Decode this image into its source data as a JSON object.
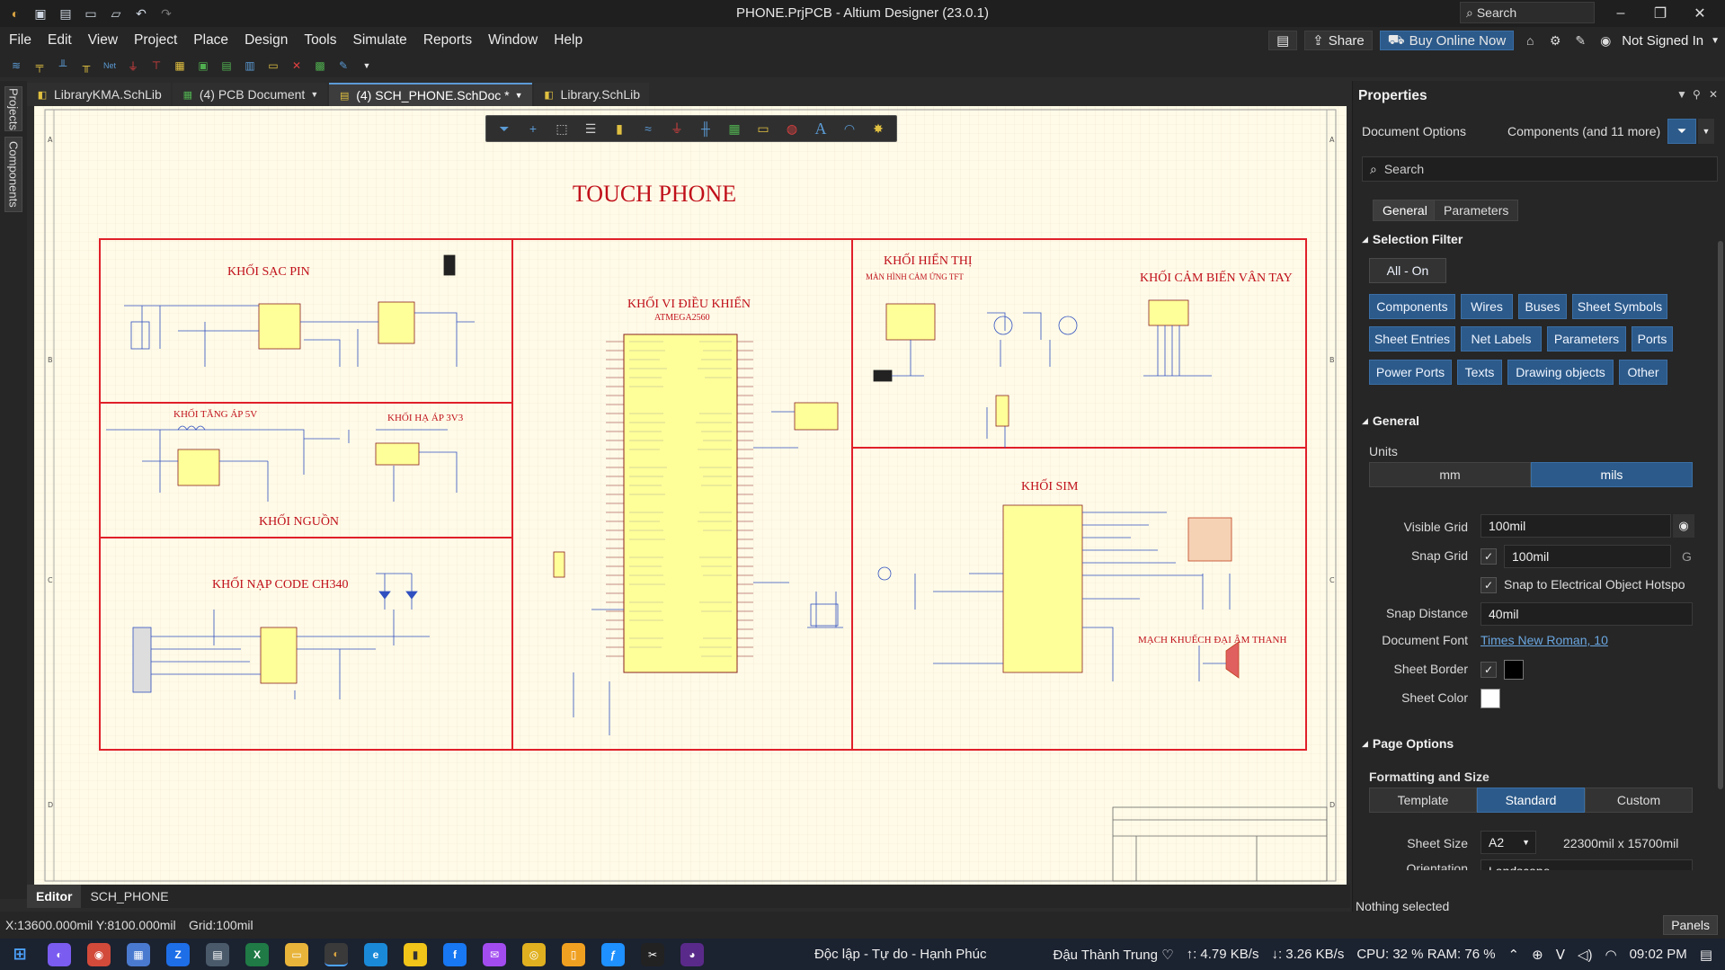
{
  "window": {
    "title": "PHONE.PrjPCB - Altium Designer (23.0.1)",
    "search_placeholder": "Search"
  },
  "menu": [
    "File",
    "Edit",
    "View",
    "Project",
    "Place",
    "Design",
    "Tools",
    "Simulate",
    "Reports",
    "Window",
    "Help"
  ],
  "menu_right": {
    "share": "Share",
    "buy": "Buy Online Now",
    "user": "Not Signed In"
  },
  "left_rail": {
    "projects": "Projects",
    "components": "Components"
  },
  "doc_tabs": [
    {
      "label": "LibraryKMA.SchLib",
      "active": false
    },
    {
      "label": "(4) PCB Document",
      "active": false
    },
    {
      "label": "(4) SCH_PHONE.SchDoc *",
      "active": true
    },
    {
      "label": "Library.SchLib",
      "active": false
    }
  ],
  "schematic": {
    "title": "TOUCH PHONE",
    "blocks": {
      "charging": "KHỐI SẠC PIN",
      "mcu": "KHỐI VI ĐIỀU KHIỂN",
      "mcu_part": "ATMEGA2560",
      "display": "KHỐI HIỂN THỊ",
      "display_sub": "MÀN HÌNH CẢM ỨNG TFT",
      "fingerprint": "KHỐI CẢM BIẾN VÂN TAY",
      "boost": "KHỐI TĂNG ÁP 5V",
      "buck": "KHỐI HẠ ÁP 3V3",
      "power": "KHỐI NGUỒN",
      "program": "KHỐI NẠP CODE CH340",
      "sim": "KHỐI SIM",
      "amp": "MẠCH KHUẾCH ĐẠI ÂM THANH"
    }
  },
  "editor_tabs": [
    "Editor",
    "SCH_PHONE"
  ],
  "status": {
    "coords": "X:13600.000mil Y:8100.000mil",
    "grid": "Grid:100mil",
    "selection": "Nothing selected",
    "panels": "Panels"
  },
  "properties": {
    "title": "Properties",
    "doc_options": "Document Options",
    "components_more": "Components (and 11 more)",
    "search_placeholder": "Search",
    "tabs": [
      "General",
      "Parameters"
    ],
    "selection_filter": "Selection Filter",
    "all_on": "All - On",
    "filters": [
      "Components",
      "Wires",
      "Buses",
      "Sheet Symbols",
      "Sheet Entries",
      "Net Labels",
      "Parameters",
      "Ports",
      "Power Ports",
      "Texts",
      "Drawing objects",
      "Other"
    ],
    "general": "General",
    "units_label": "Units",
    "units": [
      "mm",
      "mils"
    ],
    "units_selected": "mils",
    "visible_grid_label": "Visible Grid",
    "visible_grid": "100mil",
    "snap_grid_label": "Snap Grid",
    "snap_grid": "100mil",
    "snap_grid_key": "G",
    "snap_hotspot": "Snap to Electrical Object Hotspo",
    "snap_distance_label": "Snap Distance",
    "snap_distance": "40mil",
    "doc_font_label": "Document Font",
    "doc_font": "Times New Roman, 10",
    "sheet_border_label": "Sheet Border",
    "sheet_color_label": "Sheet Color",
    "page_options": "Page Options",
    "format_size": "Formatting and Size",
    "format_modes": [
      "Template",
      "Standard",
      "Custom"
    ],
    "format_selected": "Standard",
    "sheet_size_label": "Sheet Size",
    "sheet_size": "A2",
    "sheet_dims": "22300mil x 15700mil",
    "orientation_label": "Orientation",
    "orientation": "Landscape"
  },
  "taskbar": {
    "tray_text": "Độc lập - Tự do - Hạnh Phúc",
    "user_text": "Đậu Thành Trung ♡",
    "up": "↑: 4.79 KB/s",
    "down": "↓: 3.26 KB/s",
    "cpu": "CPU: 32 % RAM: 76 %",
    "time": "09:02 PM"
  },
  "colors": {
    "accent": "#2c5a8a",
    "schematic_red": "#e0202a",
    "schematic_title": "#c0101a",
    "canvas": "#fffbe8",
    "chip_yellow": "#ffff99"
  }
}
